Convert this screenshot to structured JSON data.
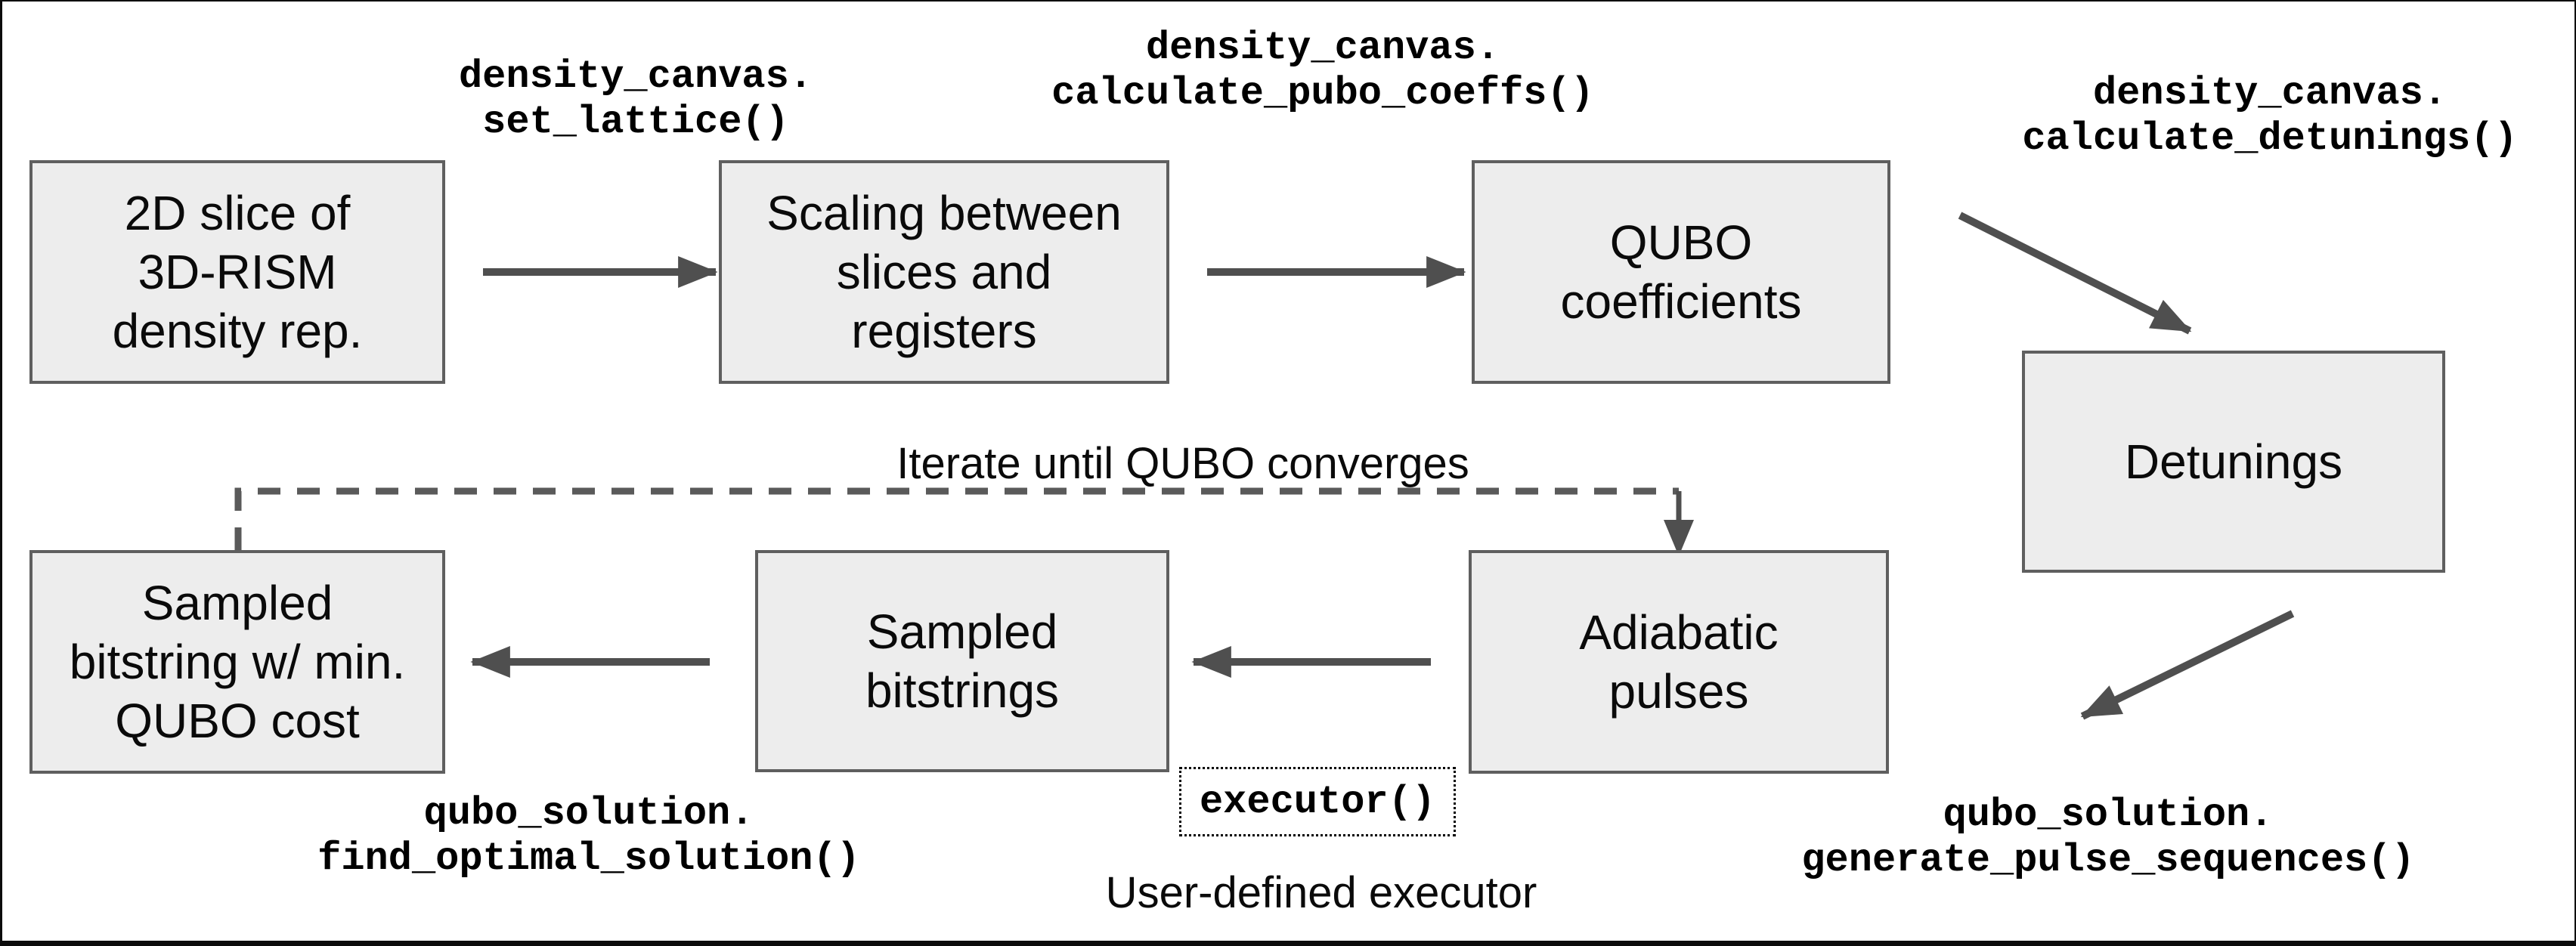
{
  "figure": {
    "background": "#ffffff",
    "box_fill": "#ededed",
    "box_border_color": "#5f5f5f",
    "arrow_color": "#4f4f4f",
    "frame_color": "#0c0c0c",
    "text_color": "#0a0a0a"
  },
  "boxes": {
    "slice2d": {
      "label": "2D slice of\n3D-RISM\ndensity rep."
    },
    "scaling": {
      "label": "Scaling between\nslices and\nregisters"
    },
    "qubo": {
      "label": "QUBO\ncoefficients"
    },
    "detunings": {
      "label": "Detunings"
    },
    "adiabatic": {
      "label": "Adiabatic\npulses"
    },
    "bitstrings": {
      "label": "Sampled\nbitstrings"
    },
    "minbitstring": {
      "label": "Sampled\nbitstring w/ min.\nQUBO cost"
    }
  },
  "code_labels": {
    "set_lattice": {
      "line1": "density_canvas.",
      "line2": "set_lattice()"
    },
    "calc_pubo": {
      "line1": "density_canvas.",
      "line2": "calculate_pubo_coeffs()"
    },
    "calc_detunings": {
      "line1": "density_canvas.",
      "line2": "calculate_detunings()"
    },
    "find_optimal": {
      "line1": "qubo_solution.",
      "line2": "find_optimal_solution()"
    },
    "gen_pulses": {
      "line1": "qubo_solution.",
      "line2": "generate_pulse_sequences()"
    },
    "executor": {
      "label": "executor()"
    }
  },
  "annotations": {
    "iterate": "Iterate until QUBO converges",
    "user_executor": "User-defined executor"
  }
}
